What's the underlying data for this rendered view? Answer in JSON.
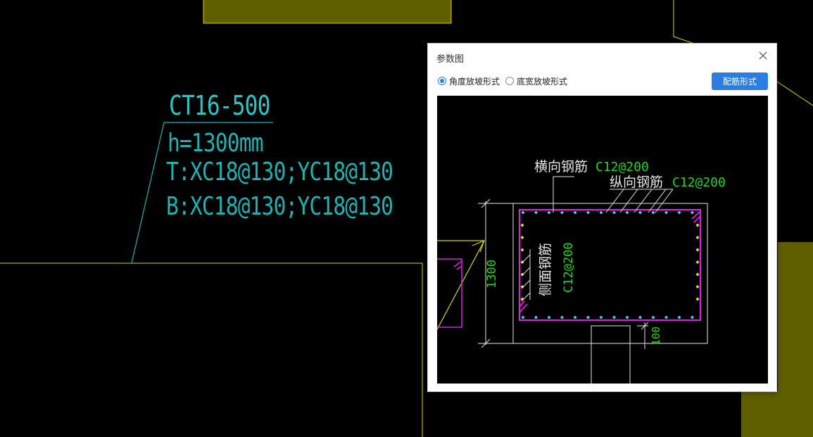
{
  "cad_labels": {
    "title": "CT16-500",
    "line1": "h=1300mm",
    "line2": "T:XC18@130;YC18@130",
    "line3": "B:XC18@130;YC18@130"
  },
  "dialog": {
    "title": "参数图",
    "close_icon": "close-icon",
    "radios": [
      {
        "label": "角度放坡形式",
        "checked": true
      },
      {
        "label": "底宽放坡形式",
        "checked": false
      }
    ],
    "button_label": "配筋形式",
    "diagram": {
      "transverse_label": "横向钢筋",
      "transverse_value": "C12@200",
      "longitudinal_label": "纵向钢筋",
      "longitudinal_value": "C12@200",
      "side_label": "侧面钢筋",
      "side_value": "C12@200",
      "height_dim": "1300",
      "cover_dim": "100"
    }
  },
  "colors": {
    "cad_yellow": "#d8d800",
    "cad_olive": "#5f5f00",
    "cad_cyan": "#1fb3b3",
    "rebar_magenta": "#e020e0",
    "dim_green": "#22d622",
    "accent_blue": "#2a7de1"
  }
}
